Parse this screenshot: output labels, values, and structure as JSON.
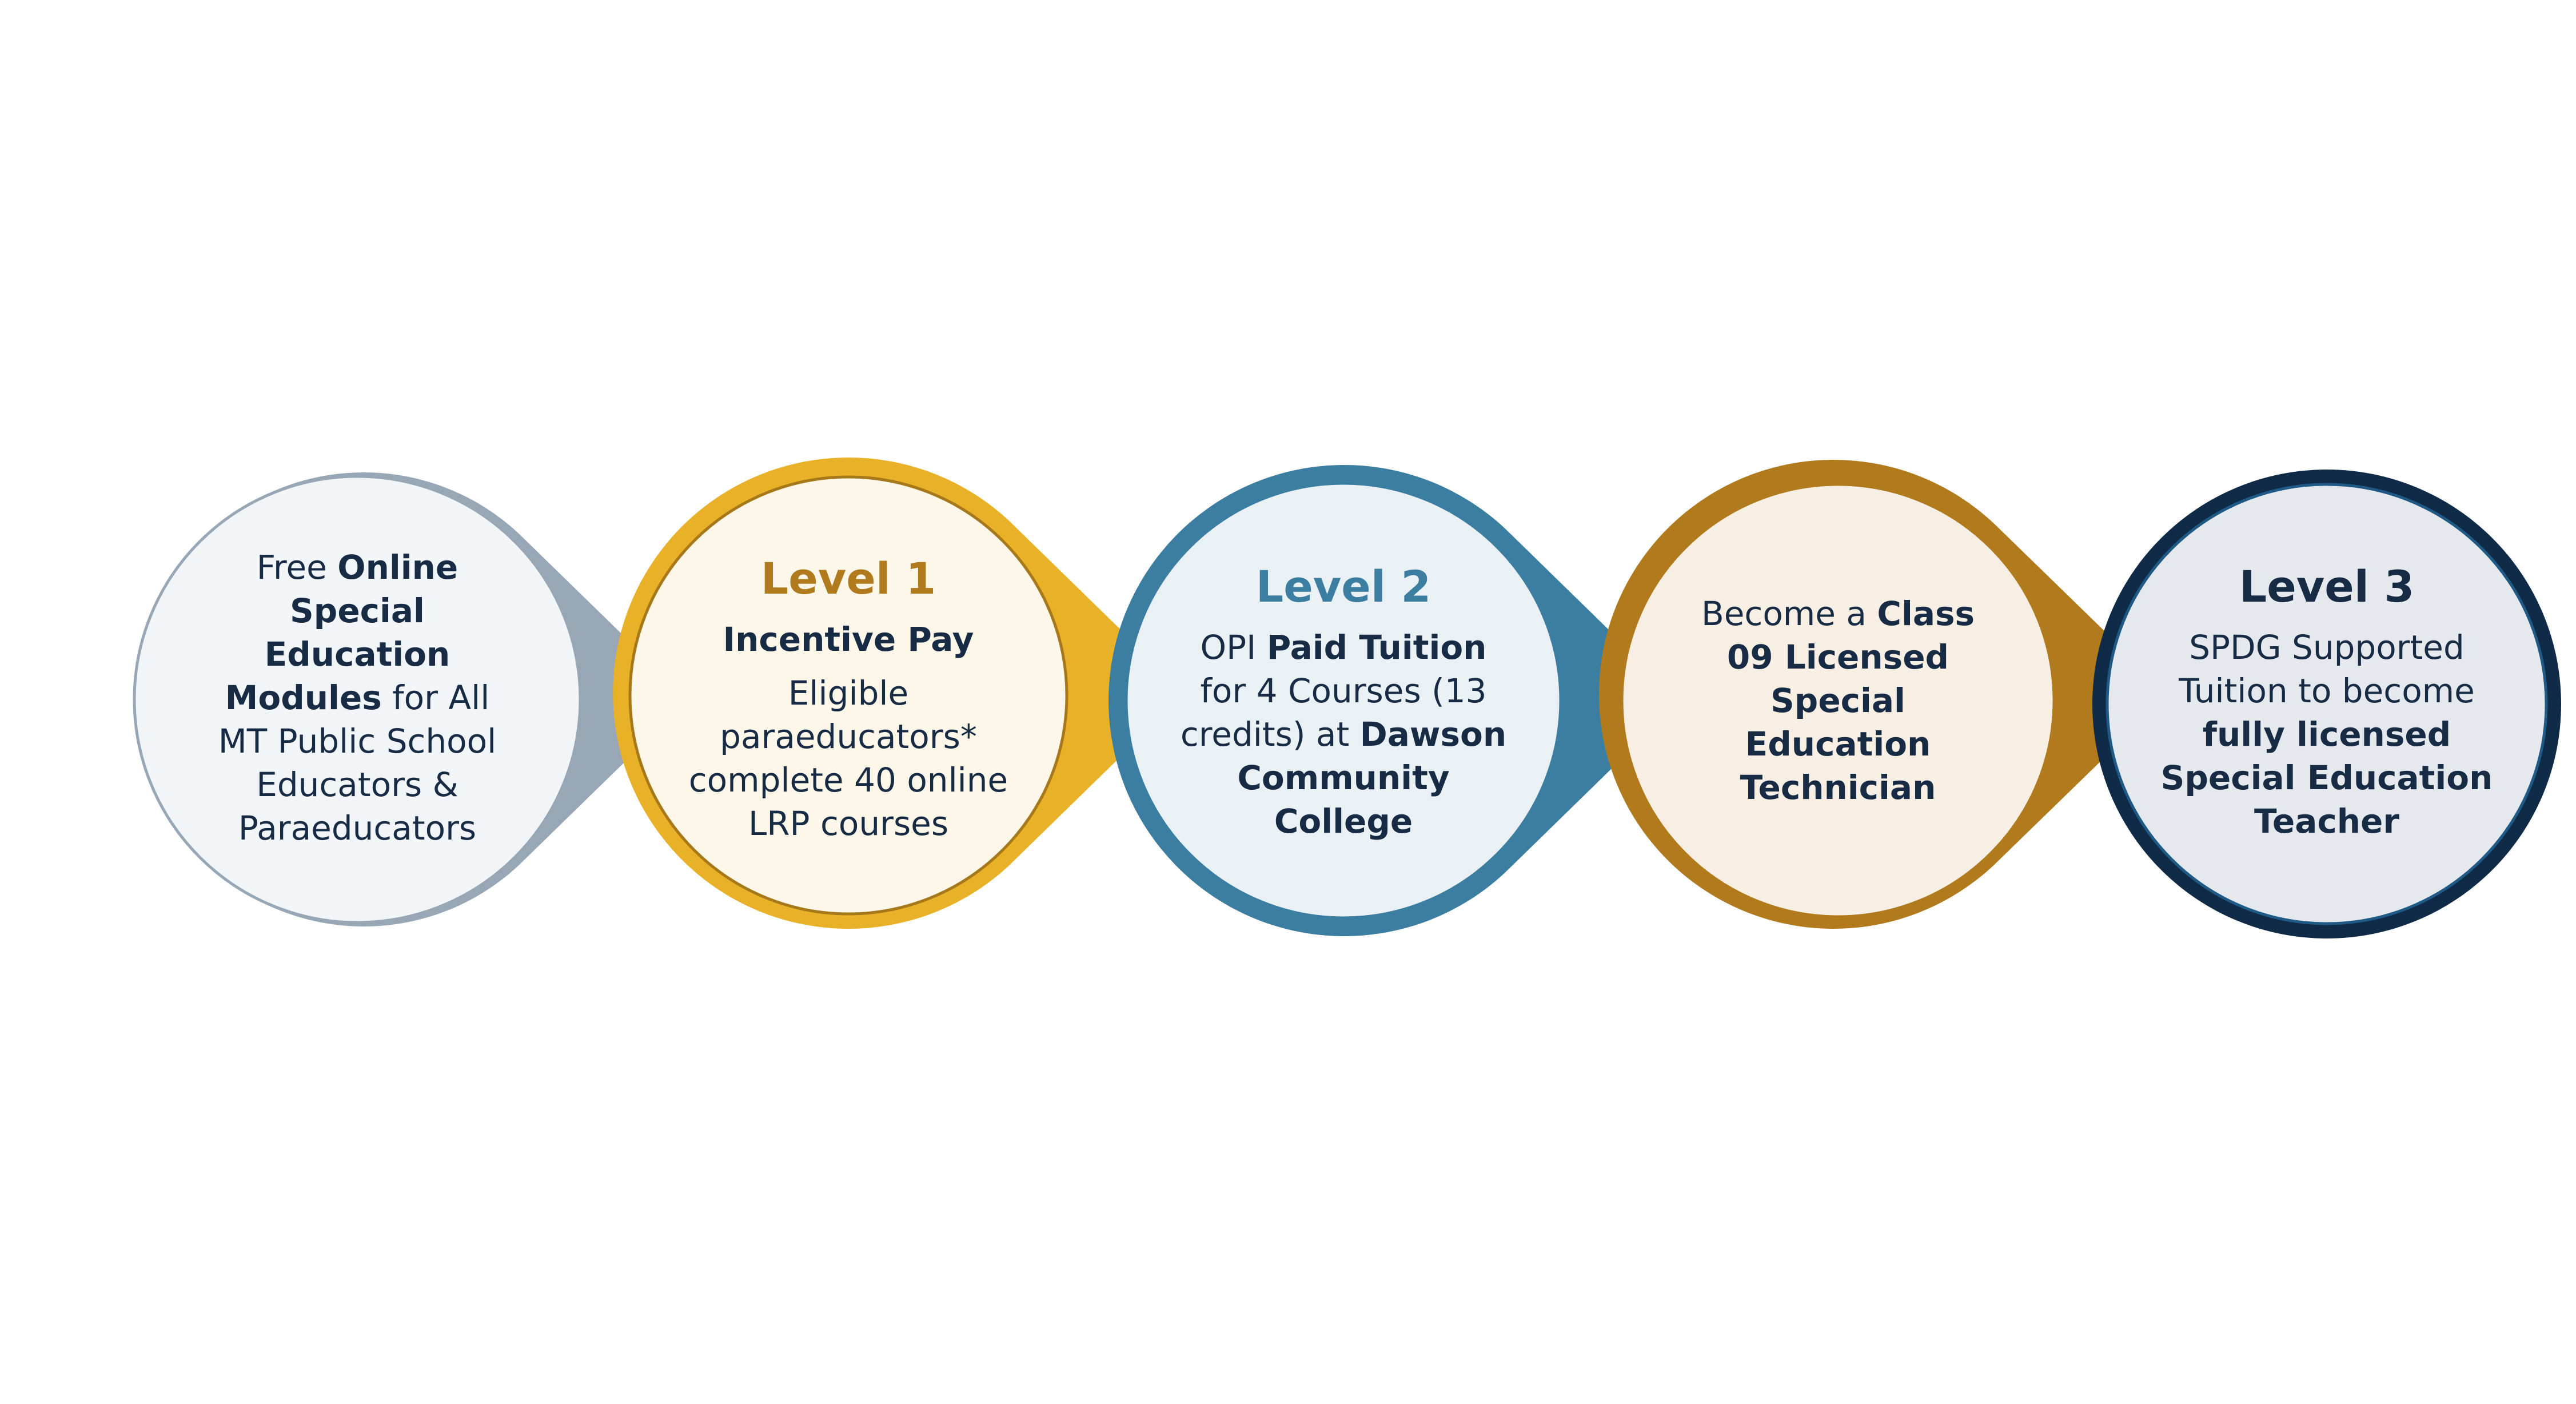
{
  "colors": {
    "free": {
      "ring": "#97a7b6",
      "fill": "#f2f5f8",
      "border": "#97a7b6"
    },
    "level1": {
      "ring": "#e8b127",
      "fill": "#fdf7ea",
      "border": "#a7781a",
      "heading": "#b07a1d"
    },
    "level2": {
      "ring": "#3c7ea1",
      "fill": "#e9f1f5",
      "border": "#3c7ea1",
      "heading": "#3c7ea1"
    },
    "class09": {
      "ring": "#b07a1d",
      "fill": "#f8efe4",
      "border": "#b07a1d"
    },
    "level3": {
      "ring": "#0f2b47",
      "fill": "#e5e9ed",
      "border": "#1f5a86",
      "heading": "#172b44"
    },
    "text": "#172b44"
  },
  "nodes": {
    "free": {
      "lines": [
        [
          "Free ",
          "Online"
        ],
        [
          "",
          "Special"
        ],
        [
          "",
          "Education"
        ],
        [
          "",
          "Modules",
          " for All"
        ],
        [
          "MT Public School"
        ],
        [
          "Educators &"
        ],
        [
          "Paraeducators"
        ]
      ]
    },
    "level1": {
      "heading": "Level 1",
      "subheading": "Incentive Pay",
      "lines": [
        "Eligible",
        "paraeducators*",
        "complete 40 online",
        "LRP courses"
      ]
    },
    "level2": {
      "heading": "Level 2",
      "lines": [
        [
          "OPI ",
          "Paid Tuition"
        ],
        [
          "for 4 Courses (13"
        ],
        [
          "credits) at ",
          "Dawson"
        ],
        [
          "",
          "Community"
        ],
        [
          "",
          "College"
        ]
      ]
    },
    "class09": {
      "lines": [
        [
          "Become a ",
          "Class"
        ],
        [
          "",
          "09 Licensed"
        ],
        [
          "",
          "Special"
        ],
        [
          "",
          "Education"
        ],
        [
          "",
          "Technician"
        ]
      ]
    },
    "level3": {
      "heading": "Level 3",
      "lines": [
        [
          "SPDG Supported"
        ],
        [
          "Tuition to become"
        ],
        [
          "",
          "fully licensed"
        ],
        [
          "",
          "Special Education"
        ],
        [
          "",
          "Teacher"
        ]
      ]
    }
  }
}
